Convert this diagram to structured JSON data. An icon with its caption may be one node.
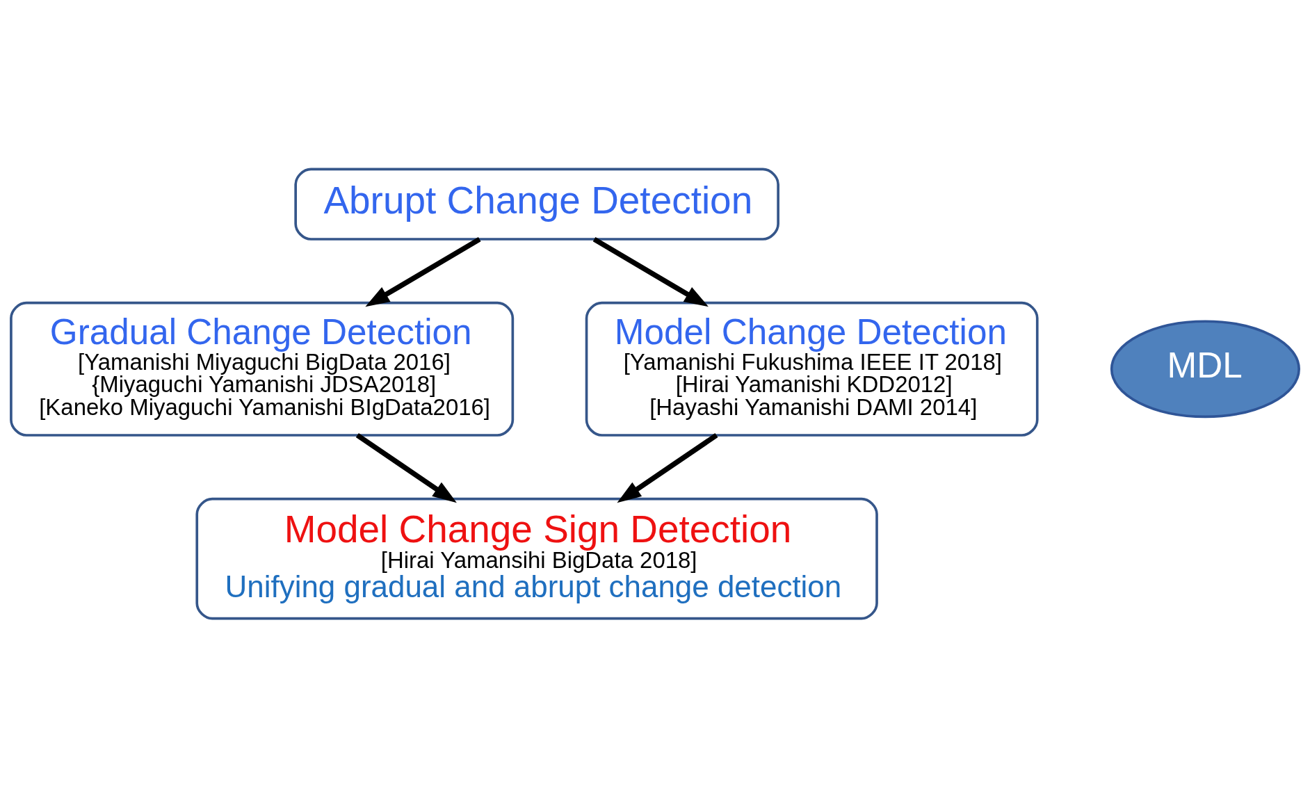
{
  "diagram": {
    "nodes": [
      {
        "text": [
          "Abrupt Change Detection"
        ]
      },
      {
        "text": [
          "Gradual Change Detection",
          "[Yamanishi Miyaguchi BigData 2016]",
          "{Miyaguchi Yamanishi JDSA2018]",
          "[Kaneko Miyaguchi Yamanishi BIgData2016]"
        ]
      },
      {
        "text": [
          "Model Change Detection",
          "[Yamanishi Fukushima IEEE IT 2018]",
          "[Hirai Yamanishi KDD2012]",
          "[Hayashi Yamanishi DAMI 2014]"
        ]
      },
      {
        "text": [
          "MDL"
        ]
      },
      {
        "text": [
          "Model Change Sign Detection",
          "[Hirai Yamansihi BigData 2018]",
          "Unifying gradual and abrupt change detection"
        ]
      }
    ],
    "edges": [
      {
        "from": 0,
        "to": 1,
        "arrow": "to"
      },
      {
        "from": 0,
        "to": 2,
        "arrow": "to"
      },
      {
        "from": 1,
        "to": 4,
        "arrow": "to"
      },
      {
        "from": 2,
        "to": 4,
        "arrow": "to"
      }
    ]
  }
}
